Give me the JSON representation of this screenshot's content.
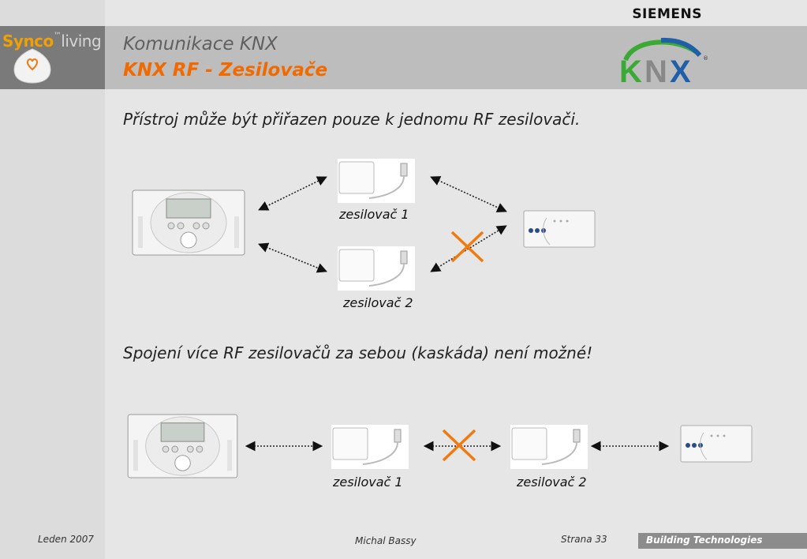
{
  "brand": {
    "siemens": "SIEMENS",
    "synco_prefix": "Synco",
    "synco_suffix": "living",
    "knx_logo": "KNX"
  },
  "header": {
    "title": "Komunikace KNX",
    "subtitle": "KNX RF - Zesilovače"
  },
  "content": {
    "statement1": "Přístroj může být přiřazen pouze k jednomu RF zesilovači.",
    "statement2": "Spojení více RF zesilovačů za sebou (kaskáda) není možné!",
    "diagram1": {
      "repeater1": "zesilovač 1",
      "repeater2": "zesilovač 2"
    },
    "diagram2": {
      "repeater1": "zesilovač 1",
      "repeater2": "zesilovač 2"
    }
  },
  "footer": {
    "date": "Leden 2007",
    "author": "Michal Bassy",
    "page": "Strana 33",
    "division": "Building Technologies"
  },
  "colors": {
    "accent": "#f06a00",
    "cross": "#f07a10",
    "knx_green": "#3aaa35",
    "knx_blue": "#1f5fa8"
  },
  "icons": {
    "cross": "x-mark-icon",
    "arrow": "double-arrow-icon"
  }
}
